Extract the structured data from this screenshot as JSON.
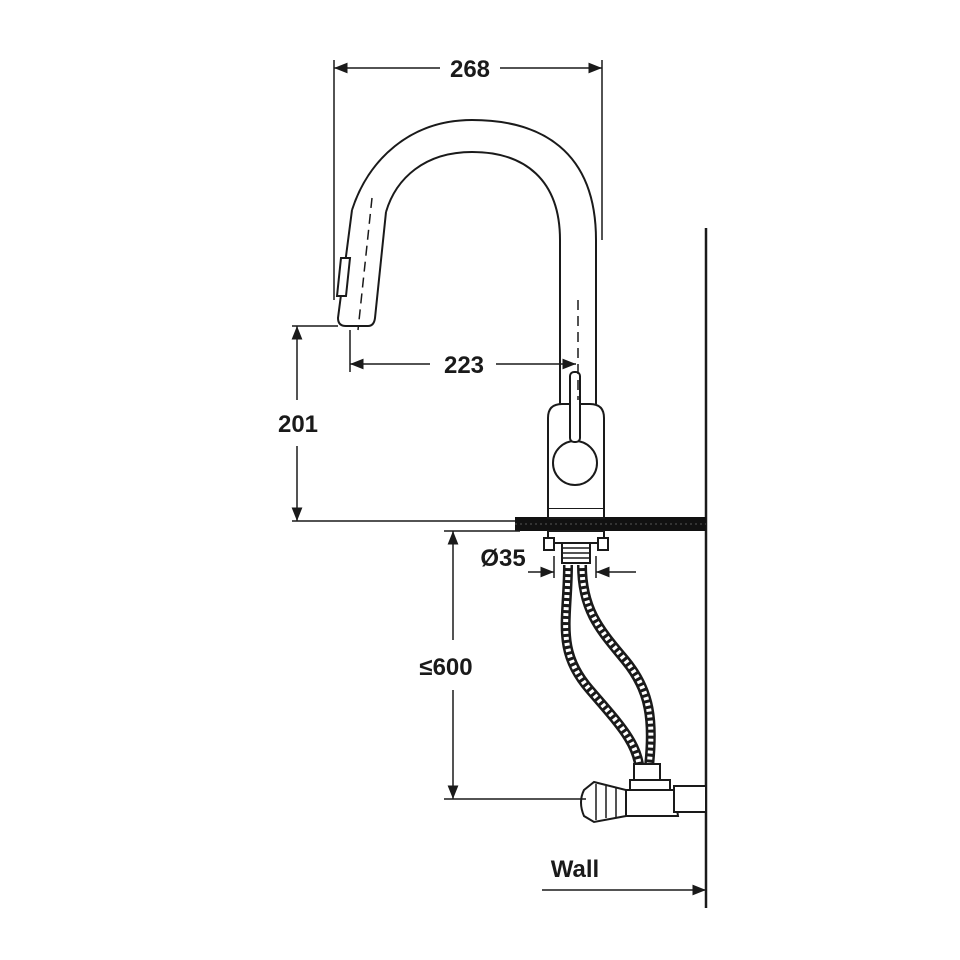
{
  "dimensions": {
    "overall_width": "268",
    "reach": "223",
    "spout_height": "201",
    "hole_diameter": "Ø35",
    "hose_length": "≤600"
  },
  "labels": {
    "wall": "Wall"
  },
  "colors": {
    "line": "#1a1a1a",
    "background": "#ffffff",
    "counter_fill": "#111111"
  }
}
